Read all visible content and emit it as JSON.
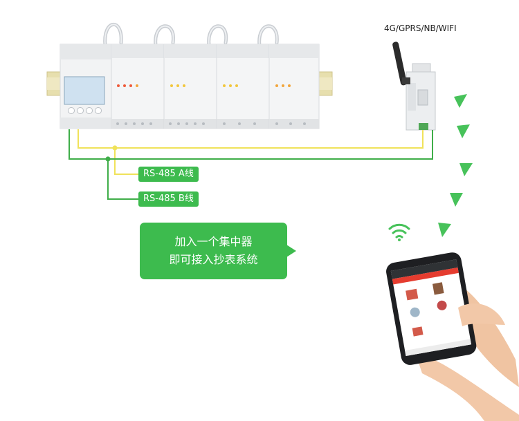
{
  "gateway_label": "4G/GPRS/NB/WIFI",
  "labels": {
    "line_a": "RS-485 A线",
    "line_b": "RS-485 B线"
  },
  "callout": {
    "line1": "加入一个集中器",
    "line2": "即可接入抄表系统"
  },
  "colors": {
    "accent_green": "#3dbb4e",
    "line_yellow": "#f0e25a",
    "line_green": "#3fae49",
    "arrow_green": "#47c25a"
  },
  "icons": [
    "wifi-icon",
    "arrow-down-icon",
    "antenna-icon"
  ]
}
